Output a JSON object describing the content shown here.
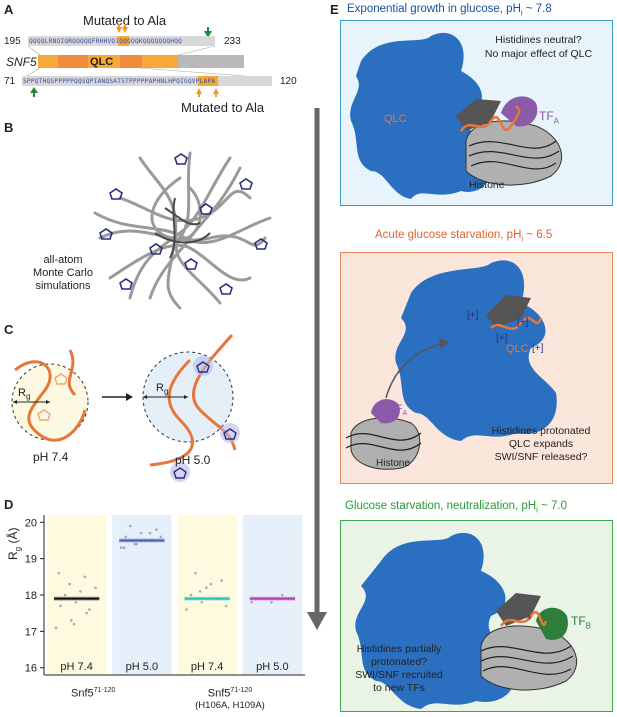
{
  "panel_labels": {
    "a": "A",
    "b": "B",
    "c": "C",
    "d": "D",
    "e": "E"
  },
  "panelA": {
    "mutated_top": "Mutated to Ala",
    "mutated_bottom": "Mutated to Ala",
    "seq_top_start": "195",
    "seq_top_end": "233",
    "seq_top": "QQQQLRNQIQRQQQQQFRHHVQIQQQQQKQQQQQQQHQQ",
    "protein_name": "SNF5",
    "domain_label": "QLC",
    "seq_bottom_start": "71",
    "seq_bottom_end": "120",
    "seq_bottom": "SPPQTHQSPPPPPQQSQPIANQSATSTPPPPPAPHNLHPQIGQVPLAPA"
  },
  "panelB": {
    "caption": [
      "all-atom",
      "Monte Carlo",
      "simulations"
    ]
  },
  "panelC": {
    "rg_label": "R",
    "rg_sub": "g",
    "ph_left": "pH 7.4",
    "ph_right": "pH 5.0"
  },
  "chart_data": {
    "type": "scatter",
    "ylabel": "Rg (Å)",
    "ylim": [
      15.8,
      20.2
    ],
    "yticks": [
      16,
      17,
      18,
      19,
      20
    ],
    "groups": [
      {
        "label": "pH 7.4",
        "mean": 17.9,
        "color": "#111111",
        "bg": "#fdfae0",
        "points": [
          17.1,
          17.3,
          17.5,
          17.7,
          17.8,
          17.9,
          18.0,
          18.1,
          18.2,
          18.3,
          18.5,
          18.6,
          17.2,
          17.6
        ]
      },
      {
        "label": "pH 5.0",
        "mean": 19.5,
        "color": "#4a5bb8",
        "bg": "#e6f0fa",
        "points": [
          19.3,
          19.4,
          19.5,
          19.6,
          19.7,
          19.8,
          19.9,
          19.5,
          19.6,
          19.4,
          19.7,
          19.3
        ]
      },
      {
        "label": "pH 7.4",
        "mean": 17.9,
        "color": "#2fbcb0",
        "bg": "#fdfae0",
        "points": [
          17.6,
          17.8,
          17.9,
          18.0,
          18.2,
          18.4,
          18.6,
          18.3,
          17.7,
          18.1
        ]
      },
      {
        "label": "pH 5.0",
        "mean": 17.9,
        "color": "#b23aa6",
        "bg": "#e6f0fa",
        "points": [
          17.8,
          17.9,
          18.0,
          17.9,
          17.8
        ]
      }
    ],
    "x_group_labels": [
      {
        "main": "Snf5",
        "sup": "71-120",
        "sub": ""
      },
      {
        "main": "Snf5",
        "sup": "71-120",
        "sub": "(H106A, H109A)"
      }
    ]
  },
  "panelE": {
    "box1": {
      "title": "Exponential growth in glucose, pH",
      "title_suffix": " ~ 7.8",
      "note": [
        "Histidines neutral?",
        "No major effect of QLC"
      ],
      "labels": {
        "qlc": "QLC",
        "tf": "TF",
        "tf_sub": "A",
        "histone": "Histone"
      }
    },
    "box2": {
      "title": "Acute glucose starvation, pH",
      "title_suffix": " ~ 6.5",
      "note": [
        "Histidines protonated",
        "QLC expands",
        "SWI/SNF released?"
      ],
      "labels": {
        "qlc": "QLC",
        "tf": "TF",
        "tf_sub": "A",
        "histone": "Histone",
        "plus": "[+]"
      }
    },
    "box3": {
      "title": "Glucose starvation, neutralization, pH",
      "title_suffix": " ~ 7.0",
      "note": [
        "Histidines partially",
        "protonated?",
        "SWI/SNF recruited",
        "to new TFs"
      ],
      "labels": {
        "tf": "TF",
        "tf_sub": "B",
        "plus": "+"
      }
    },
    "colors": {
      "blue_border": "#3b9bd6",
      "blue_bg": "#e8f4fb",
      "orange_border": "#e8875a",
      "orange_bg": "#fbe6dc",
      "green_border": "#3da64e",
      "green_bg": "#e9f4e6",
      "swi": "#2b6fc0",
      "qlc": "#e8763a",
      "tfa": "#8b5aa8",
      "tfb": "#2f7d3a"
    }
  }
}
